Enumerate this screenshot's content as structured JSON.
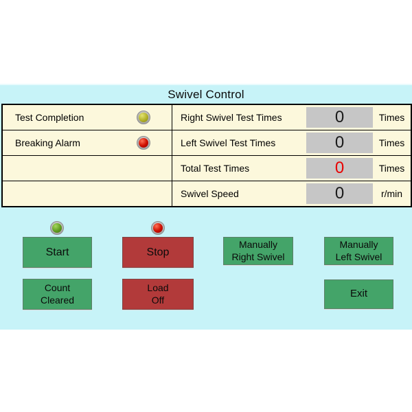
{
  "window": {
    "title": "Swivel Control"
  },
  "colors": {
    "panel_bg": "#c7f3f8",
    "row_bg": "#fcf8dc",
    "value_box_bg": "#c6c6c6",
    "green_button": "#44a469",
    "red_button": "#b23a3a",
    "alert_value_color": "#e80000",
    "normal_value_color": "#1a1a1a"
  },
  "status_table": {
    "rows": [
      {
        "indicator": "Test Completion",
        "led_icon": "yellow-led-icon",
        "metric": "Right Swivel Test Times",
        "value": "0",
        "value_color": "#1a1a1a",
        "unit": "Times"
      },
      {
        "indicator": "Breaking Alarm",
        "led_icon": "red-led-icon",
        "metric": "Left Swivel Test Times",
        "value": "0",
        "value_color": "#1a1a1a",
        "unit": "Times"
      },
      {
        "indicator": "",
        "led_icon": null,
        "metric": "Total Test Times",
        "value": "0",
        "value_color": "#e80000",
        "unit": "Times"
      },
      {
        "indicator": "",
        "led_icon": null,
        "metric": "Swivel Speed",
        "value": "0",
        "value_color": "#1a1a1a",
        "unit": "r/min"
      }
    ]
  },
  "indicators": {
    "start_led_icon": "green-led-icon",
    "stop_led_icon": "red-led-icon"
  },
  "buttons": {
    "start": "Start",
    "stop": "Stop",
    "manually_right": "Manually\nRight Swivel",
    "manually_left": "Manually\nLeft Swivel",
    "count_cleared": "Count\nCleared",
    "load_off": "Load\nOff",
    "exit": "Exit"
  }
}
